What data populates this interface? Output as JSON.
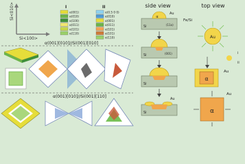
{
  "axes": {
    "y_label": "Si<010>",
    "x_label": "Si<100>"
  },
  "legend": {
    "col1_header": "I",
    "col2_header": "II",
    "col1_items": [
      "α(001)",
      "α(010)",
      "α(100)",
      "α(011)",
      "α(101)",
      "α(110)"
    ],
    "col2_items": [
      "α(0.5 0 0)",
      "α(010)",
      "α(001)",
      "α(011)",
      "α(101)",
      "α(101)",
      "α(110)"
    ],
    "col1_colors": [
      "#e6dd3a",
      "#6db44a",
      "#3f8f3a",
      "#f1e66f",
      "#c7d74a",
      "#9bd06a"
    ],
    "col2_colors": [
      "#8fd3f1",
      "#4f9bd6",
      "#e6dd3a",
      "#6db44a",
      "#f3a457",
      "#cf7c3c",
      "#9bd06a"
    ]
  },
  "relations": {
    "top": "α(001)[010]//Si(001)[010]",
    "bottom": "α(001)[010]//Si(001)[110]"
  },
  "side_view": {
    "title": "side view",
    "labels": {
      "au": "Au",
      "si": "Si",
      "alpha": "α",
      "l110": "(11o)",
      "l001": "(001)"
    }
  },
  "top_view": {
    "title": "top view",
    "labels": {
      "fesi": "Fe/Si",
      "au": "Au",
      "alpha": "α",
      "i": "i",
      "ii": "ii"
    }
  },
  "colors": {
    "background": "#d9ead5",
    "panel": "#ffffff",
    "substrate": "#b9c9b0",
    "gold": "#f2d54a",
    "alpha": "#f0a64c",
    "accent": "#f3a457",
    "arrow_green": "#7ac35b"
  }
}
